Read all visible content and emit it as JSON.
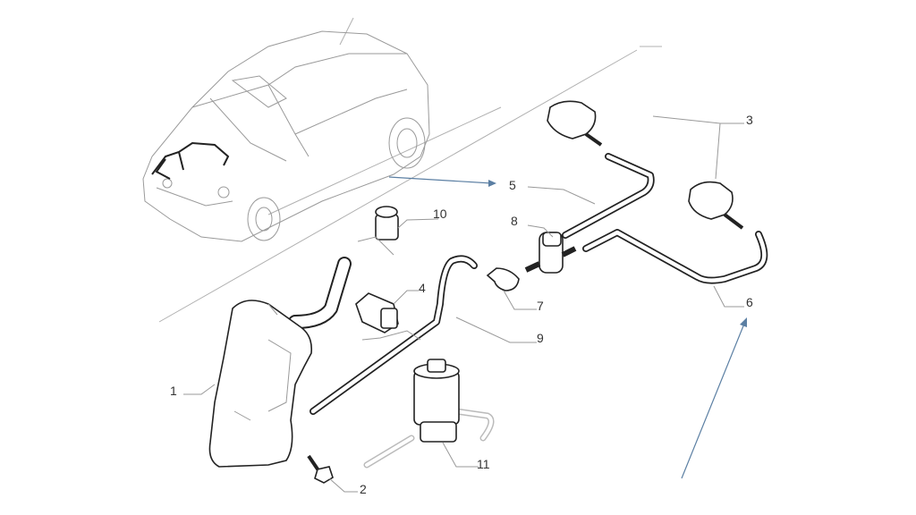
{
  "diagram": {
    "callouts": [
      {
        "id": "1",
        "label": "1"
      },
      {
        "id": "2",
        "label": "2"
      },
      {
        "id": "3",
        "label": "3"
      },
      {
        "id": "4",
        "label": "4"
      },
      {
        "id": "5",
        "label": "5"
      },
      {
        "id": "6",
        "label": "6"
      },
      {
        "id": "7",
        "label": "7"
      },
      {
        "id": "8",
        "label": "8"
      },
      {
        "id": "9",
        "label": "9"
      },
      {
        "id": "10",
        "label": "10"
      },
      {
        "id": "11",
        "label": "11"
      }
    ],
    "arrow_color": "#5b7fa3"
  }
}
